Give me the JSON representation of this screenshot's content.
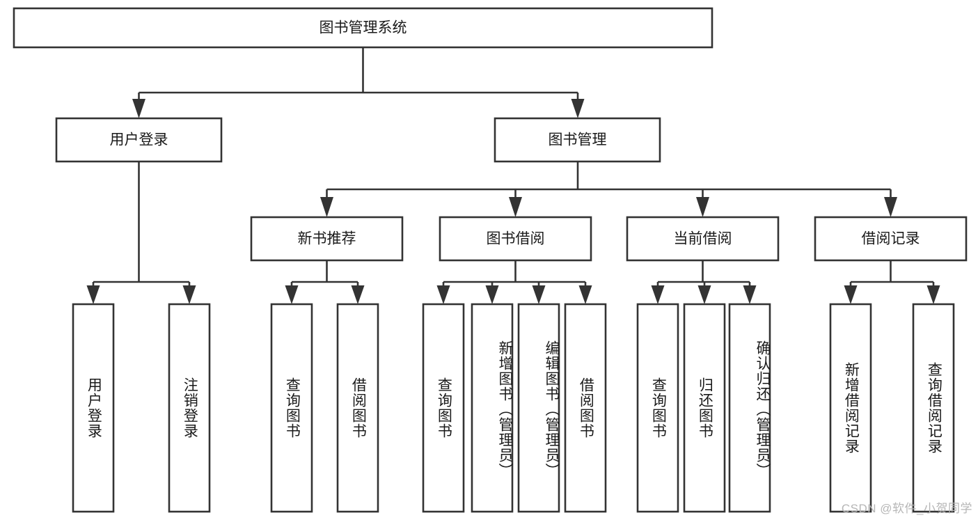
{
  "diagram": {
    "title": "图书管理系统",
    "type": "tree-hierarchy-diagram",
    "watermark": "CSDN @软件_小贺同学",
    "root": {
      "label": "图书管理系统",
      "id": "root"
    },
    "level2": [
      {
        "id": "user-login",
        "label": "用户登录"
      },
      {
        "id": "book-manage",
        "label": "图书管理"
      }
    ],
    "level3": [
      {
        "id": "new-book-recommend",
        "label": "新书推荐",
        "parent": "book-manage"
      },
      {
        "id": "book-borrow",
        "label": "图书借阅",
        "parent": "book-manage"
      },
      {
        "id": "current-borrow",
        "label": "当前借阅",
        "parent": "book-manage"
      },
      {
        "id": "borrow-record",
        "label": "借阅记录",
        "parent": "book-manage"
      }
    ],
    "leaves": [
      {
        "id": "leaf-user-login",
        "label": "用户登录",
        "parent": "user-login"
      },
      {
        "id": "leaf-user-logout",
        "label": "注销登录",
        "parent": "user-login"
      },
      {
        "id": "leaf-query-book-1",
        "label": "查询图书",
        "parent": "new-book-recommend"
      },
      {
        "id": "leaf-borrow-book-1",
        "label": "借阅图书",
        "parent": "new-book-recommend"
      },
      {
        "id": "leaf-query-book-2",
        "label": "查询图书",
        "parent": "book-borrow"
      },
      {
        "id": "leaf-add-book",
        "label": "新增图书（管理员）",
        "parent": "book-borrow"
      },
      {
        "id": "leaf-edit-book",
        "label": "编辑图书（管理员）",
        "parent": "book-borrow"
      },
      {
        "id": "leaf-borrow-book-2",
        "label": "借阅图书",
        "parent": "book-borrow"
      },
      {
        "id": "leaf-query-book-3",
        "label": "查询图书",
        "parent": "current-borrow"
      },
      {
        "id": "leaf-return-book",
        "label": "归还图书",
        "parent": "current-borrow"
      },
      {
        "id": "leaf-confirm-return",
        "label": "确认归还（管理员）",
        "parent": "current-borrow"
      },
      {
        "id": "leaf-add-record",
        "label": "新增借阅记录",
        "parent": "borrow-record"
      },
      {
        "id": "leaf-query-record",
        "label": "查询借阅记录",
        "parent": "borrow-record"
      }
    ],
    "colors": {
      "stroke": "#333333",
      "fill": "#ffffff",
      "text": "#1a1a1a",
      "watermark": "#b6b6b6",
      "background": "#ffffff"
    }
  }
}
